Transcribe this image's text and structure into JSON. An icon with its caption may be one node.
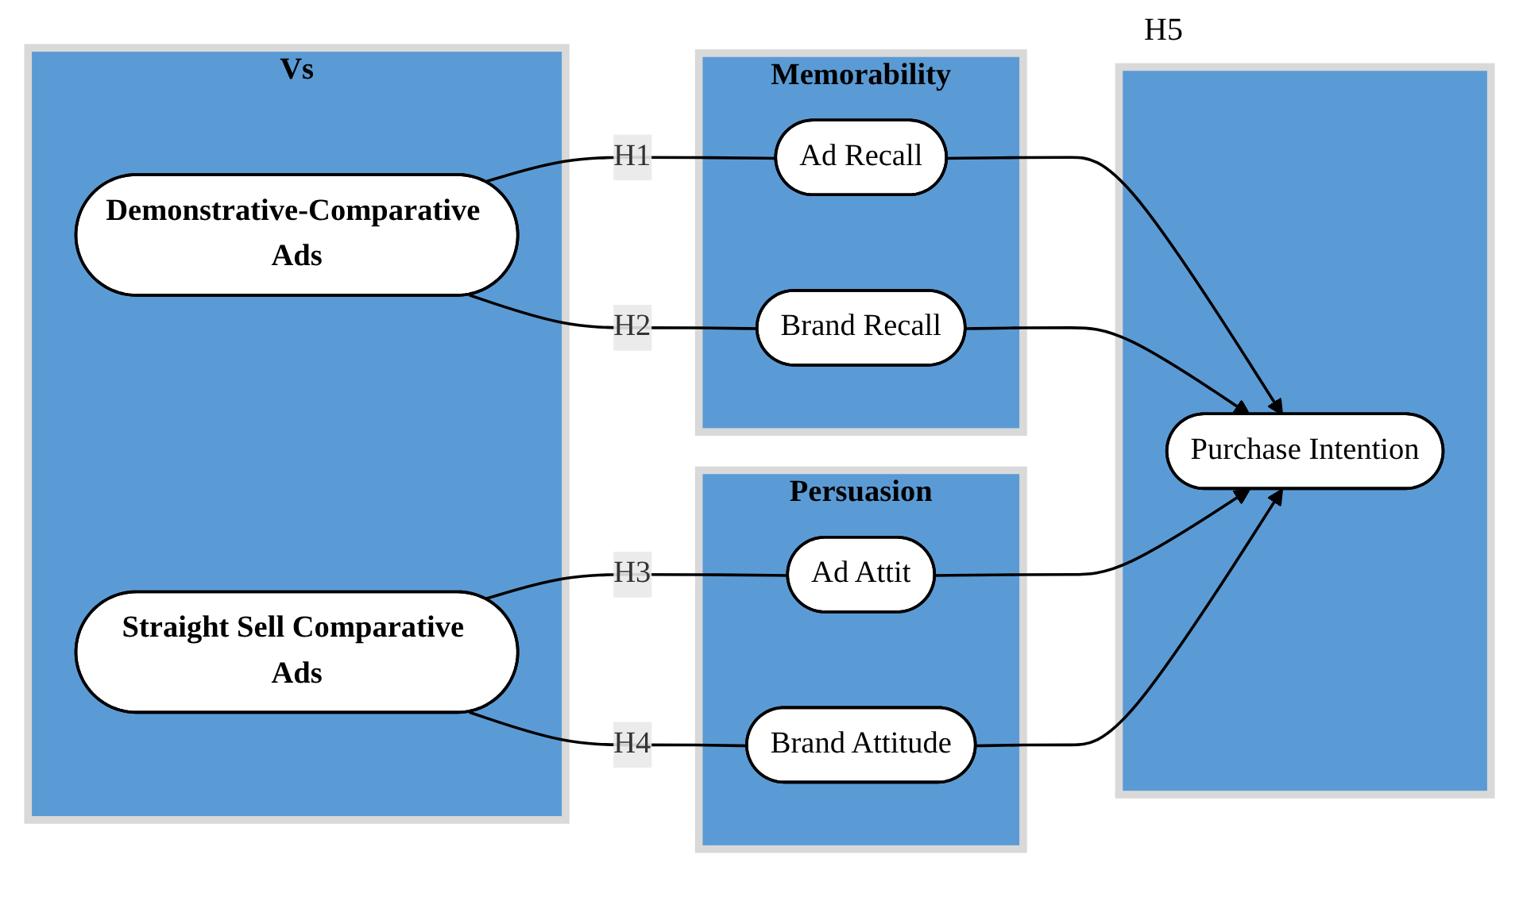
{
  "diagram": {
    "nodes": [
      {
        "text": [
          "Vs"
        ]
      },
      {
        "text": [
          "Demonstrative-Comparative Ads"
        ],
        "in": 0
      },
      {
        "text": [
          "Straight Sell Comparative Ads"
        ],
        "in": 0
      },
      {
        "text": [
          "Memorability"
        ]
      },
      {
        "text": [
          "Ad Recall"
        ],
        "in": 3
      },
      {
        "text": [
          "Brand Recall"
        ],
        "in": 3
      },
      {
        "text": [
          "Persuasion"
        ]
      },
      {
        "text": [
          "Ad Attit"
        ],
        "in": 6
      },
      {
        "text": [
          "Brand Attitude"
        ],
        "in": 6
      },
      {
        "text": [],
        "shape": "box"
      },
      {
        "text": [
          "Purchase Intention"
        ],
        "in": 9
      }
    ],
    "edges": [
      {
        "from": 1,
        "to": 4,
        "arrow": "none",
        "label": "H1"
      },
      {
        "from": 1,
        "to": 5,
        "arrow": "none",
        "label": "H2"
      },
      {
        "from": 2,
        "to": 7,
        "arrow": "none",
        "label": "H3"
      },
      {
        "from": 2,
        "to": 8,
        "arrow": "none",
        "label": "H4"
      },
      {
        "from": 4,
        "to": 10,
        "arrow": "to"
      },
      {
        "from": 5,
        "to": 10,
        "arrow": "to"
      },
      {
        "from": 7,
        "to": 10,
        "arrow": "to"
      },
      {
        "from": 8,
        "to": 10,
        "arrow": "to"
      }
    ],
    "labels": [
      "H5"
    ]
  }
}
